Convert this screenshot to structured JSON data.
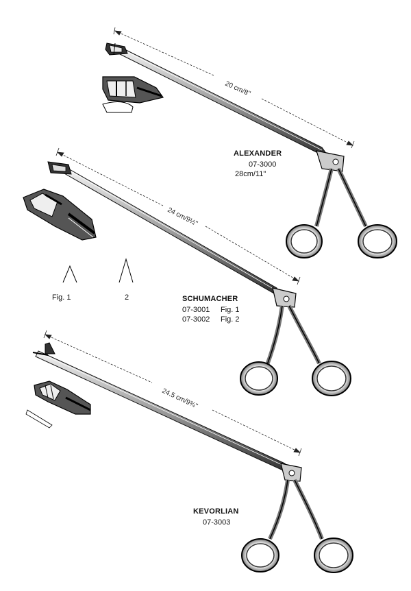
{
  "instruments": [
    {
      "name": "ALEXANDER",
      "code": "07-3000",
      "size": "28cm/11\"",
      "dimension": "20 cm/8''"
    },
    {
      "name": "SCHUMACHER",
      "variants": [
        {
          "code": "07-3001",
          "fig": "Fig. 1"
        },
        {
          "code": "07-3002",
          "fig": "Fig. 2"
        }
      ],
      "dimension": "24 cm/9½''",
      "figure_labels": [
        "Fig. 1",
        "2"
      ]
    },
    {
      "name": "KEVORLIAN",
      "code": "07-3003",
      "dimension": "24.5 cm/9¾''"
    }
  ]
}
